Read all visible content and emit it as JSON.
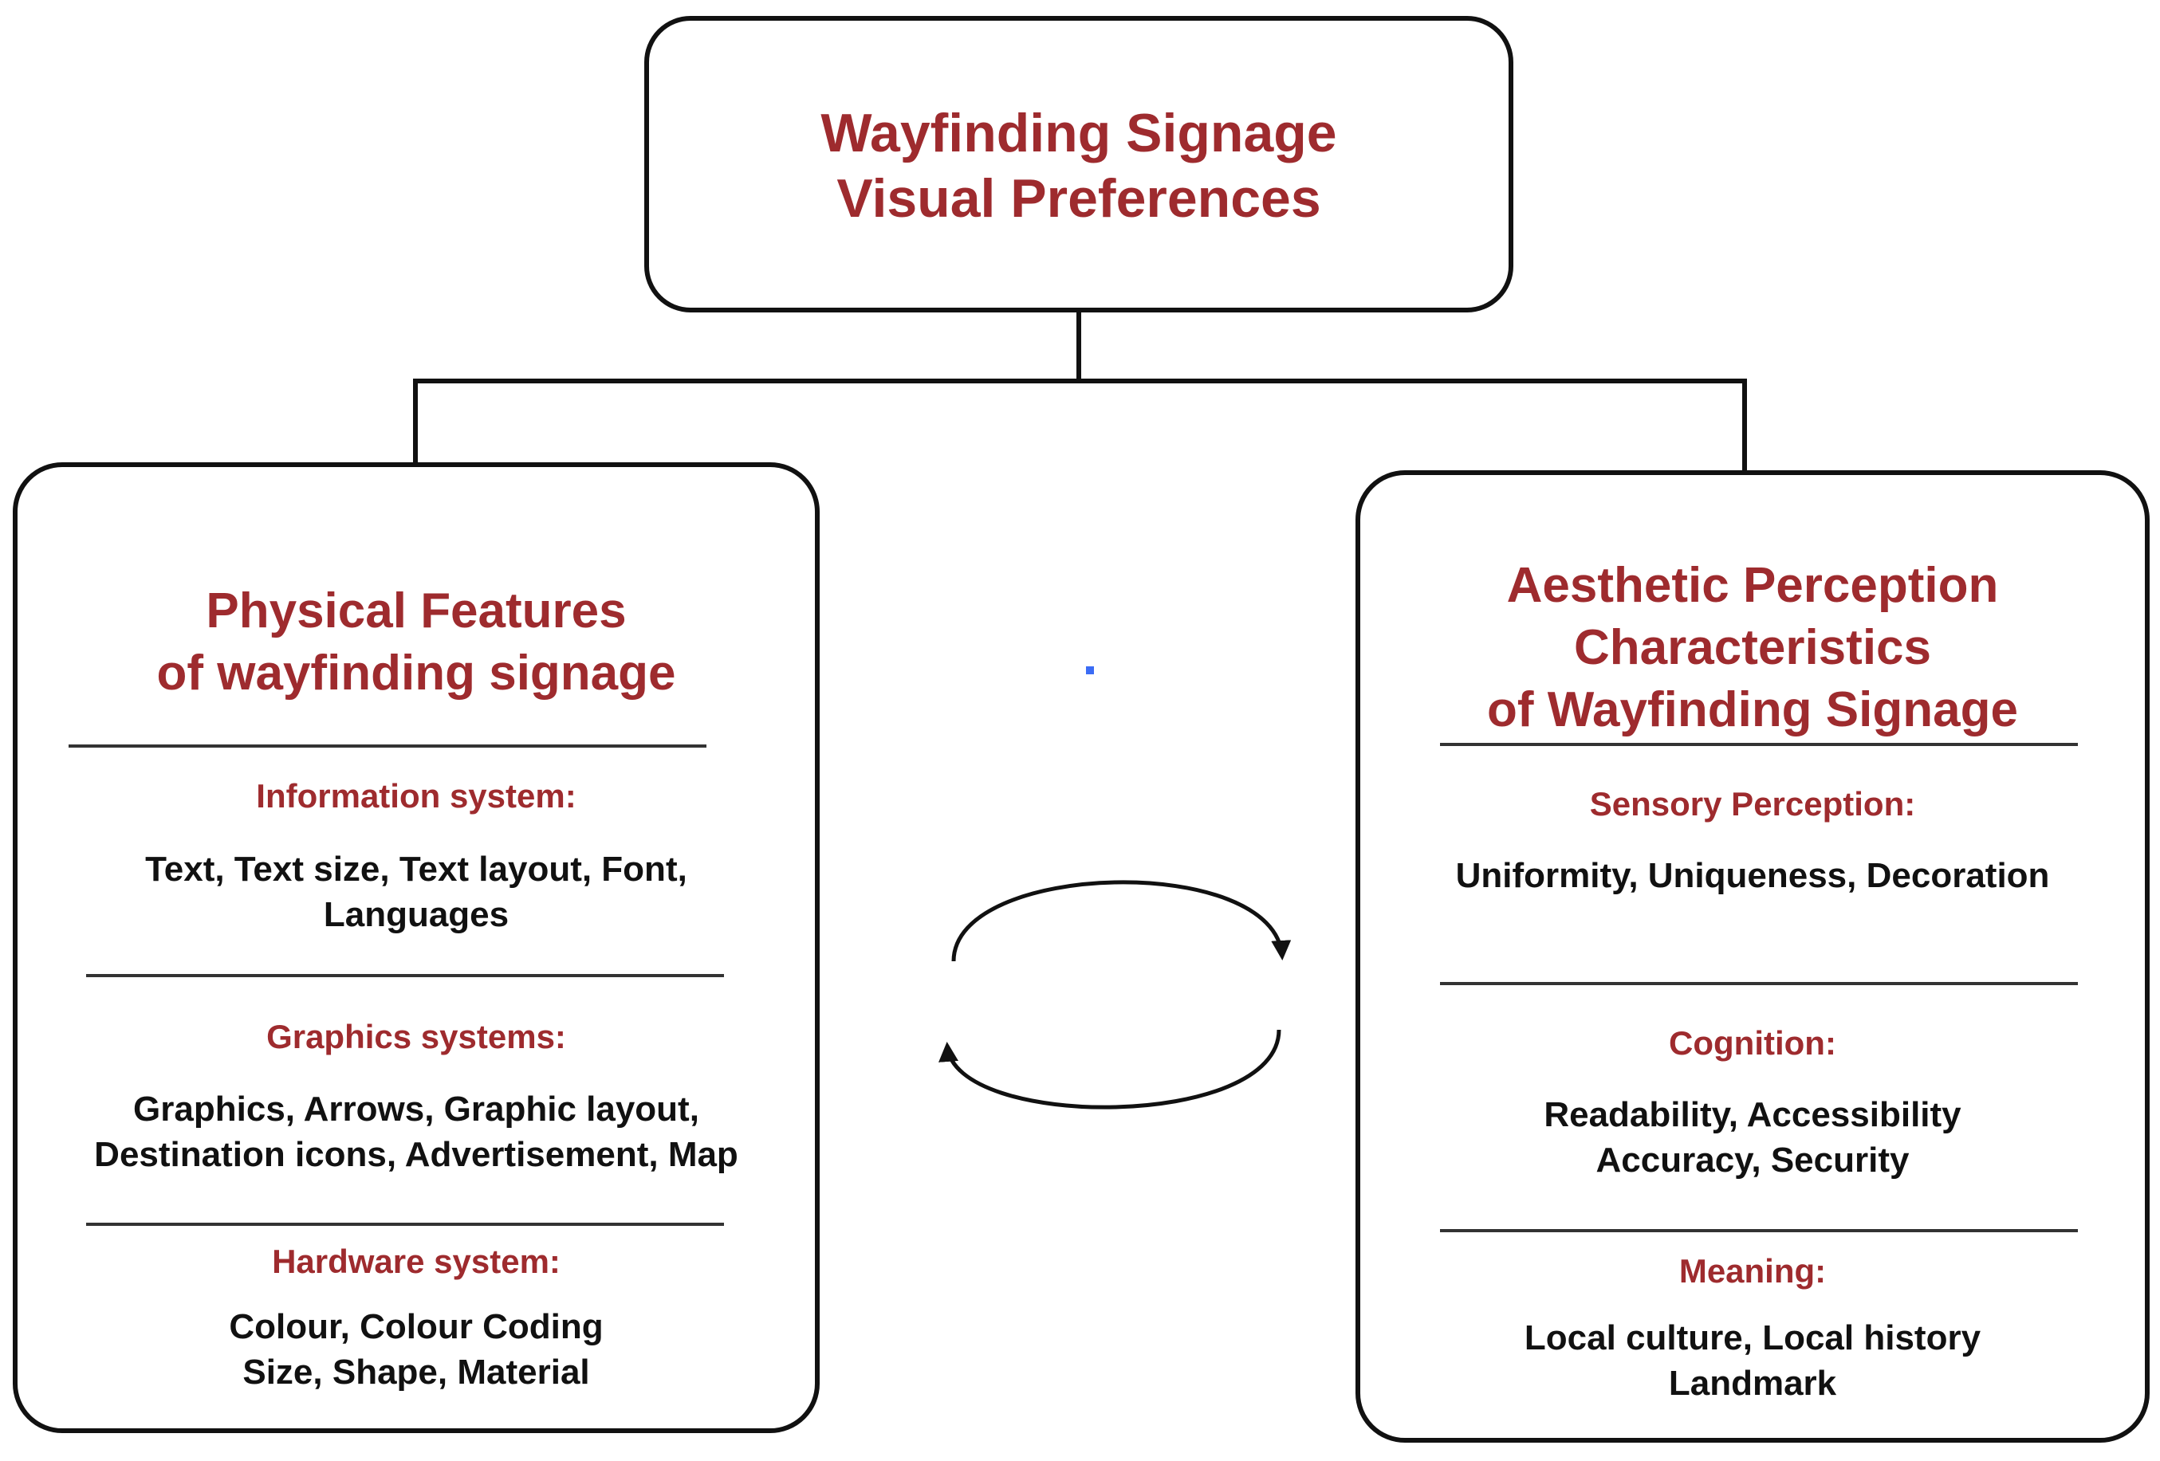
{
  "root": {
    "title": "Wayfinding Signage\nVisual Preferences"
  },
  "left_box": {
    "title": "Physical Features\nof wayfinding signage",
    "sections": [
      {
        "label": "Information system:",
        "items": "Text, Text size, Text layout, Font,\nLanguages"
      },
      {
        "label": "Graphics systems:",
        "items": "Graphics, Arrows, Graphic layout,\nDestination icons, Advertisement, Map"
      },
      {
        "label": "Hardware system:",
        "items": "Colour, Colour Coding\nSize, Shape, Material"
      }
    ]
  },
  "right_box": {
    "title": "Aesthetic Perception\nCharacteristics\nof Wayfinding Signage",
    "sections": [
      {
        "label": "Sensory Perception:",
        "items": "Uniformity, Uniqueness, Decoration"
      },
      {
        "label": "Cognition:",
        "items": "Readability, Accessibility\nAccuracy, Security"
      },
      {
        "label": "Meaning:",
        "items": "Local culture, Local history\nLandmark"
      }
    ]
  },
  "colors": {
    "heading": "#9e2b2e",
    "body_text": "#111111",
    "outline": "#111111",
    "stray_dot": "#3b6cf5"
  },
  "icons": {
    "cycle": "bidirectional-cycle-arrows-icon"
  }
}
